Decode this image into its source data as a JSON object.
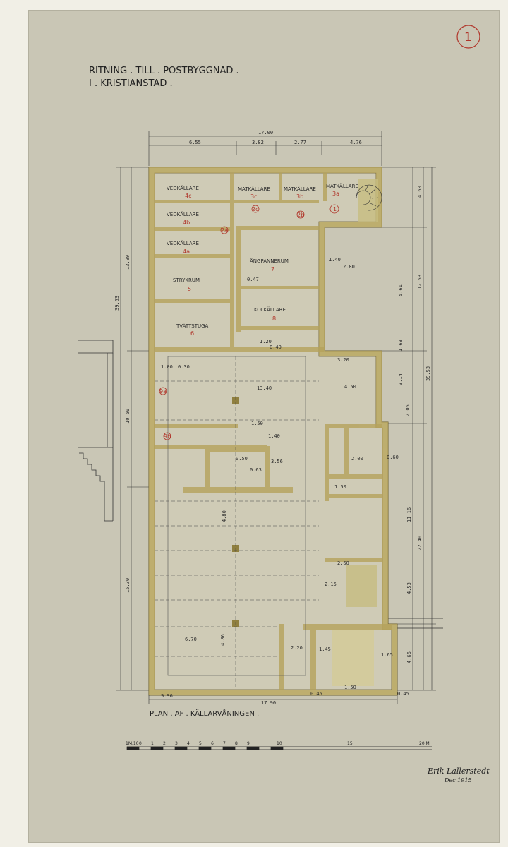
{
  "sheet": {
    "number": "1",
    "title_line1": "RITNING . TILL . POSTBYGGNAD .",
    "title_line2": "I . KRISTIANSTAD .",
    "caption": "PLAN . AF . KÄLLARVÅNINGEN .",
    "signature": "Erik Lallerstedt",
    "signature_date": "Dec 1915"
  },
  "rooms": [
    {
      "name": "VEDKÄLLARE",
      "num": "4c"
    },
    {
      "name": "MATKÄLLARE",
      "num": "3c"
    },
    {
      "name": "MATKÄLLARE",
      "num": "3b"
    },
    {
      "name": "MATKÄLLARE",
      "num": "3a"
    },
    {
      "name": "VEDKÄLLARE",
      "num": "4b"
    },
    {
      "name": "VEDKÄLLARE",
      "num": "4a"
    },
    {
      "name": "ÅNGPANNERUM",
      "num": "7"
    },
    {
      "name": "STRYKRUM",
      "num": "5"
    },
    {
      "name": "KOLKÄLLARE",
      "num": "8"
    },
    {
      "name": "TVÄTTSTUGA",
      "num": "6"
    }
  ],
  "room_markers": [
    "1",
    "2c",
    "2b",
    "2a",
    "9a",
    "9b"
  ],
  "top_dims": {
    "total": "17.00",
    "segments": [
      "6.55",
      "3.82",
      "2.77",
      "4.76"
    ]
  },
  "bottom_dims": {
    "total": "17.90",
    "left": "9.96",
    "small1": "0.45",
    "small2": "0.45",
    "b150": "1.50"
  },
  "left_dims": [
    "39.53",
    "13.99",
    "10.50",
    "15.30"
  ],
  "right_dims": [
    "4.60",
    "12.53",
    "39.53",
    "5.61",
    "1.68",
    "3.14",
    "2.05",
    "11.16",
    "22.40",
    "4.53",
    "4.66"
  ],
  "interior_dims": [
    "13.40",
    "4.80",
    "6.70",
    "4.86",
    "1.20",
    "1.00",
    "0.30",
    "1.50",
    "1.40",
    "3.56",
    "0.50",
    "0.63",
    "2.00",
    "1.50",
    "2.15",
    "2.60",
    "1.65",
    "1.45",
    "2.20",
    "3.20",
    "4.50",
    "1.40",
    "2.80",
    "0.40",
    "0.60",
    "0.47"
  ],
  "scale": {
    "labels": [
      "1M.10",
      "0",
      "1",
      "2",
      "3",
      "4",
      "5",
      "6",
      "7",
      "8",
      "9",
      "10",
      "15",
      "20 M."
    ]
  },
  "colors": {
    "paper": "#c9c6b5",
    "wall": "#b5a25c",
    "wall_dark": "#8f7f3f",
    "ink": "#2a2a2a",
    "red": "#b0352a"
  }
}
